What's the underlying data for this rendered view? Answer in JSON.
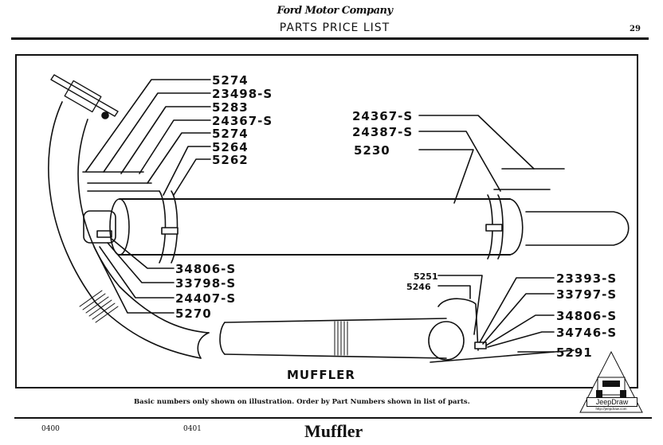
{
  "header": {
    "brand": "Ford Motor Company",
    "title": "PARTS PRICE LIST",
    "page_number": "29"
  },
  "diagram": {
    "caption": "MUFFLER",
    "labels_left_top": [
      "5274",
      "23498-S",
      "5283",
      "24367-S",
      "5274",
      "5264",
      "5262"
    ],
    "labels_right_top": [
      "24367-S",
      "24387-S",
      "5230"
    ],
    "labels_left_bottom": [
      "34806-S",
      "33798-S",
      "24407-S",
      "5270"
    ],
    "labels_bracket_small": [
      "5251",
      "5246"
    ],
    "labels_right_bottom": [
      "23393-S",
      "33797-S",
      "34806-S",
      "34746-S",
      "5291"
    ]
  },
  "footer": {
    "note": "Basic numbers only shown on illustration.   Order by Part Numbers shown in list of parts.",
    "group_code_start": "0400",
    "group_code_end": "0401",
    "section_title": "Muffler"
  },
  "watermark": {
    "name": "JeepDraw",
    "url": "http://jeepdraw.com"
  }
}
